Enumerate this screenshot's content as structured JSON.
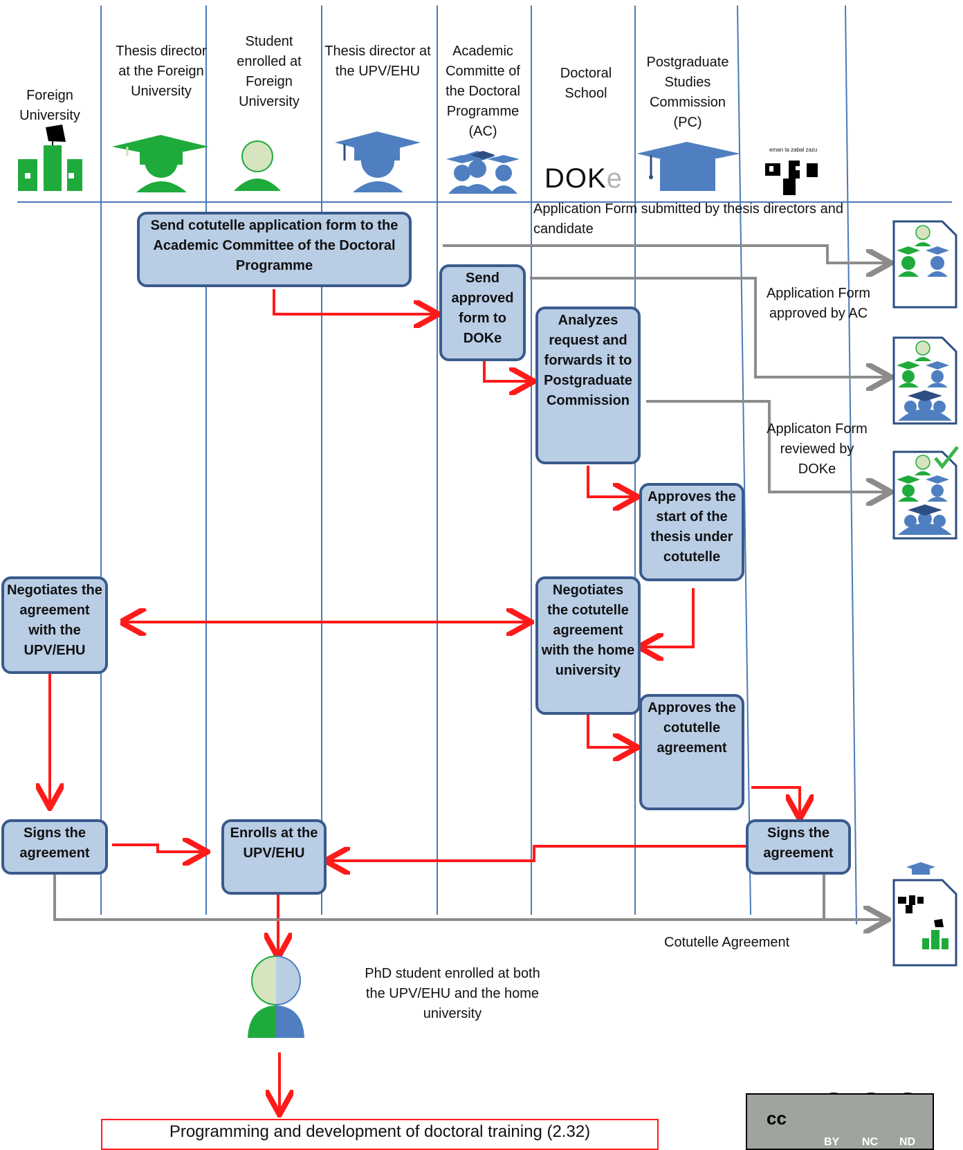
{
  "lanes": [
    {
      "id": "foreign-university",
      "title": "Foreign\nUniversity"
    },
    {
      "id": "thesis-director-foreign",
      "title": "Thesis director\nat the Foreign\nUniversity"
    },
    {
      "id": "student-foreign",
      "title": "Student\nenrolled at\nForeign\nUniversity"
    },
    {
      "id": "thesis-director-upv",
      "title": "Thesis director at\nthe UPV/EHU"
    },
    {
      "id": "academic-committee",
      "title": "Academic\nCommitte of\nthe Doctoral\nProgramme\n(AC)"
    },
    {
      "id": "doctoral-school",
      "title": "Doctoral\nSchool"
    },
    {
      "id": "postgraduate-commission",
      "title": "Postgraduate\nStudies\nCommission\n(PC)"
    }
  ],
  "doke_logo": {
    "main": "DOK",
    "accent": "e"
  },
  "ehu_logo_text": "eman ta zabal zazu",
  "steps": {
    "send_form": "Send cotutelle application form to the Academic Committee of the Doctoral Programme",
    "send_approved": "Send approved form to DOKe",
    "analyzes": "Analyzes request and forwards it to Postgraduate Commission",
    "approves_start": "Approves the start of the thesis under cotutelle",
    "negotiates_foreign": "Negotiates the agreement with the UPV/EHU",
    "negotiates_home": "Negotiates the cotutelle agreement with the home university",
    "approves_agreement": "Approves the cotutelle agreement",
    "signs_foreign": "Signs the agreement",
    "enrolls": "Enrolls at the UPV/EHU",
    "signs_upv": "Signs the agreement"
  },
  "notes": {
    "submitted": "Application Form submitted by thesis directors and candidate",
    "approved_ac": "Application Form approved by AC",
    "reviewed": "Applicaton Form reviewed by DOKe",
    "cotutelle_agreement": "Cotutelle Agreement",
    "phd_enrolled": "PhD student enrolled at both the UPV/EHU and the home university"
  },
  "final_box": "Programming and development of doctoral training (2.32)",
  "license": {
    "cc": "cc",
    "by": "BY",
    "nc": "NC",
    "nd": "ND"
  },
  "colors": {
    "green": "#1faa3c",
    "light_green": "#d6e4bf",
    "blue": "#4f7fc0",
    "box_fill": "#b9cde5",
    "box_border": "#3a5a8c",
    "flow_arrow": "#ff1a1a",
    "doc_arrow": "#8c8c8c",
    "lane_line": "#4a7ab5"
  }
}
